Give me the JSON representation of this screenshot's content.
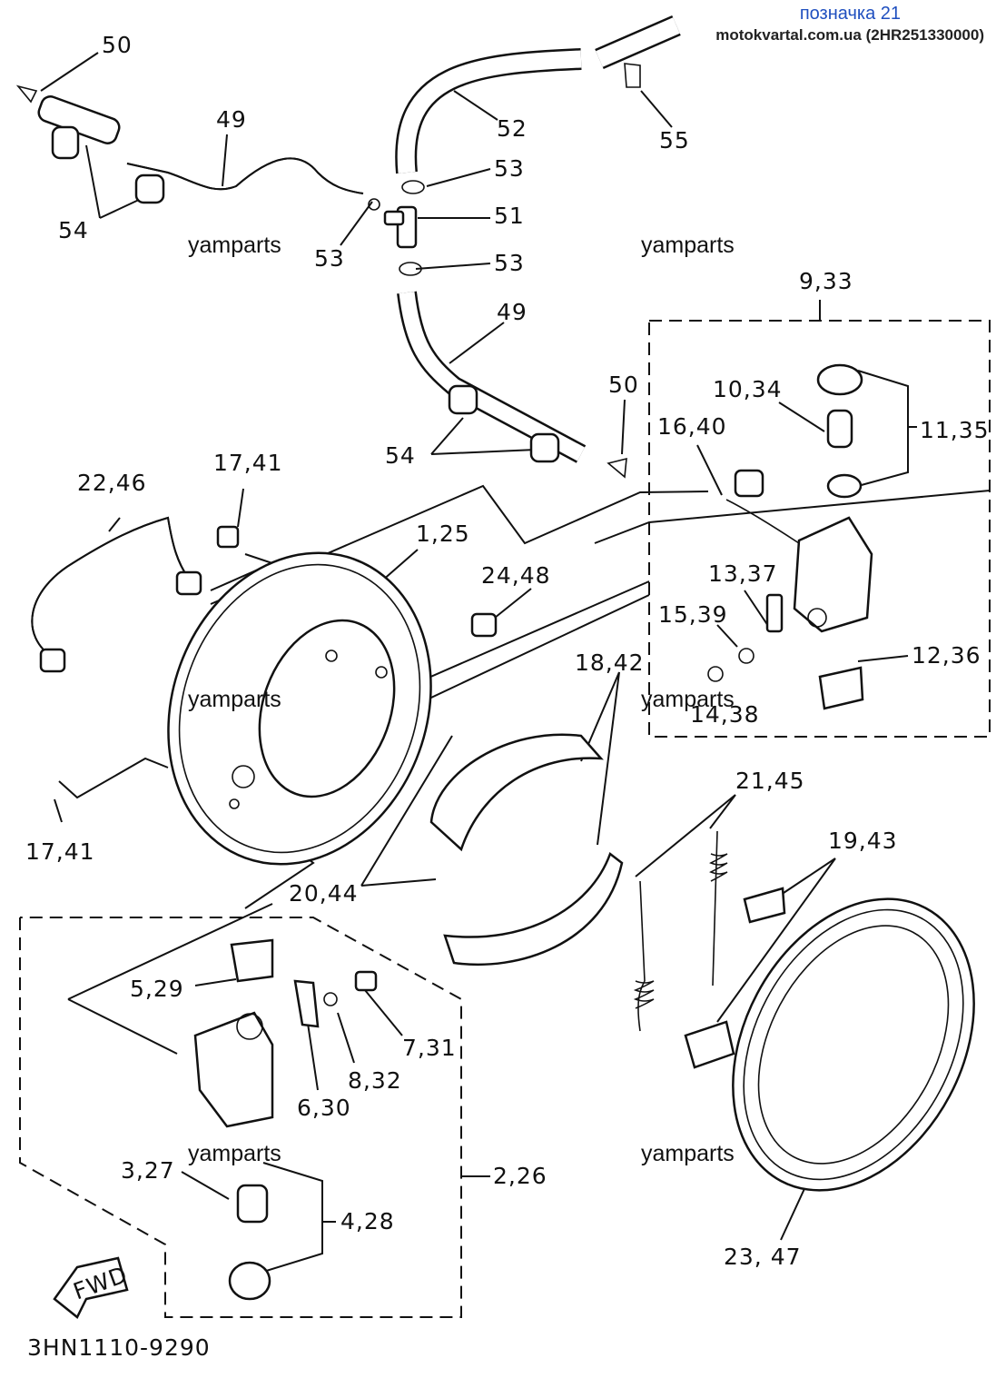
{
  "header": {
    "title": "позначка 21",
    "source": "motokvartal.com.ua (2HR251330000)"
  },
  "watermarks": [
    "yamparts",
    "yamparts",
    "yamparts",
    "yamparts",
    "yamparts",
    "yamparts"
  ],
  "drawing_code": "3HN1110-9290",
  "fwd_label": "FWD",
  "callouts": [
    "50",
    "49",
    "54",
    "52",
    "53",
    "51",
    "53",
    "53",
    "55",
    "49",
    "9,33",
    "50",
    "54",
    "10,34",
    "16,40",
    "11,35",
    "22,46",
    "17,41",
    "1,25",
    "24,48",
    "13,37",
    "15,39",
    "12,36",
    "18,42",
    "14,38",
    "17,41",
    "21,45",
    "19,43",
    "20,44",
    "5,29",
    "7,31",
    "8,32",
    "6,30",
    "2,26",
    "3,27",
    "4,28",
    "23, 47"
  ]
}
